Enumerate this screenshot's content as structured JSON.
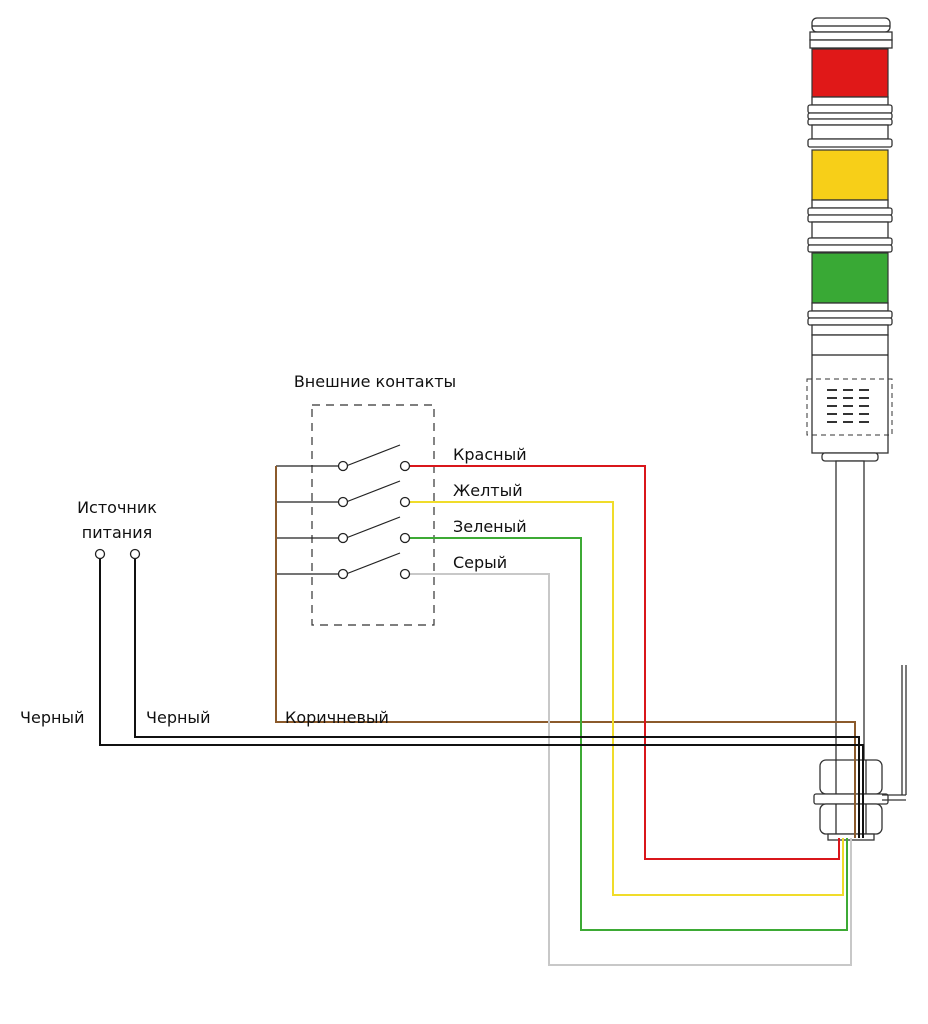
{
  "labels": {
    "external_contacts": "Внешние контакты",
    "power_source_line1": "Источник",
    "power_source_line2": "питания",
    "wire_black_1": "Черный",
    "wire_black_2": "Черный",
    "wire_brown": "Коричневый",
    "wire_red": "Красный",
    "wire_yellow": "Желтый",
    "wire_green": "Зеленый",
    "wire_gray": "Серый"
  },
  "colors": {
    "red": "#d9161b",
    "yellow": "#f0dc2a",
    "green": "#3daa35",
    "gray": "#c8c8c8",
    "brown": "#8b5a2b",
    "black": "#111111",
    "lamp_red": "#e01818",
    "lamp_yellow": "#f7cf18",
    "lamp_green": "#39a935"
  }
}
